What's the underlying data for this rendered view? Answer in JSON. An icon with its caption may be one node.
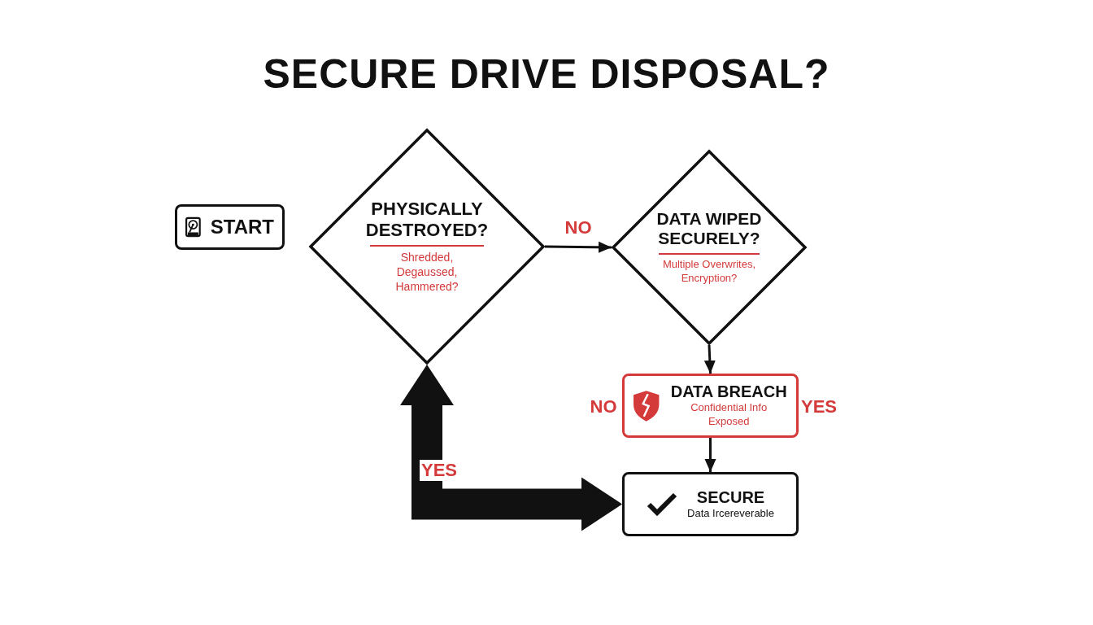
{
  "diagram": {
    "title": "SECURE DRIVE DISPOSAL?",
    "nodes": [
      {
        "text": [
          "START"
        ]
      },
      {
        "text": [
          "PHYSICALLY DESTROYED?",
          "Shredded, Degaussed, Hammered?"
        ]
      },
      {
        "text": [
          "DATA WIPED SECURELY?",
          "Multiple Overwrites, Encryption?"
        ]
      },
      {
        "text": [
          "DATA BREACH",
          "Confidential Info Exposed"
        ]
      },
      {
        "text": [
          "SECURE",
          "Data Ircereverable"
        ]
      }
    ],
    "edges": [
      {
        "from": 1,
        "to": 2,
        "arrow": "to",
        "label": "NO"
      },
      {
        "from": 2,
        "to": 3,
        "arrow": "to"
      },
      {
        "from": 3,
        "to": 4,
        "arrow": "to"
      },
      {
        "from": 1,
        "to": 4,
        "arrow": "both",
        "style": "thick",
        "label": "YES"
      }
    ],
    "labels": [
      "NO",
      "YES"
    ]
  }
}
